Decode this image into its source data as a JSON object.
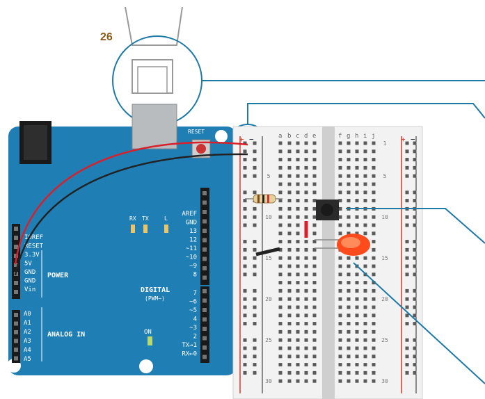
{
  "page_number": "26",
  "colors": {
    "board": "#1f7fb5",
    "board_text": "#ffffff",
    "page_number": "#8a5a1a",
    "callout_line": "#1d79a6",
    "breadboard": "#f2f2f2",
    "rail_red": "#d23a2a",
    "wire_red": "#d8202a",
    "wire_black": "#222222",
    "led": "#ff4a1c"
  },
  "board": {
    "reset": "RESET",
    "leds": [
      "RX",
      "TX",
      "L"
    ],
    "on_label": "ON",
    "power_pins": [
      "IOREF",
      "RESET",
      "3.3V",
      "5V",
      "GND",
      "GND",
      "Vin"
    ],
    "power_title": "POWER",
    "analog_pins": [
      "A0",
      "A1",
      "A2",
      "A3",
      "A4",
      "A5"
    ],
    "analog_title": "ANALOG IN",
    "digital_pins_top": [
      "AREF",
      "GND",
      "13",
      "12",
      "~11",
      "~10",
      "~9",
      "8"
    ],
    "digital_pins_bottom": [
      "7",
      "~6",
      "~5",
      "4",
      "~3",
      "2",
      "TX→1",
      "RX←0"
    ],
    "digital_title": "DIGITAL",
    "digital_subtitle": "(PWM~)"
  },
  "breadboard": {
    "rail_signs": [
      "+",
      "−"
    ],
    "col_letters_left": [
      "a",
      "b",
      "c",
      "d",
      "e"
    ],
    "col_letters_right": [
      "f",
      "g",
      "h",
      "i",
      "j"
    ],
    "rows_left": [
      "5",
      "10",
      "15",
      "20",
      "25",
      "30"
    ],
    "rows_right": [
      "1",
      "5",
      "10",
      "15",
      "20",
      "25",
      "30"
    ]
  }
}
